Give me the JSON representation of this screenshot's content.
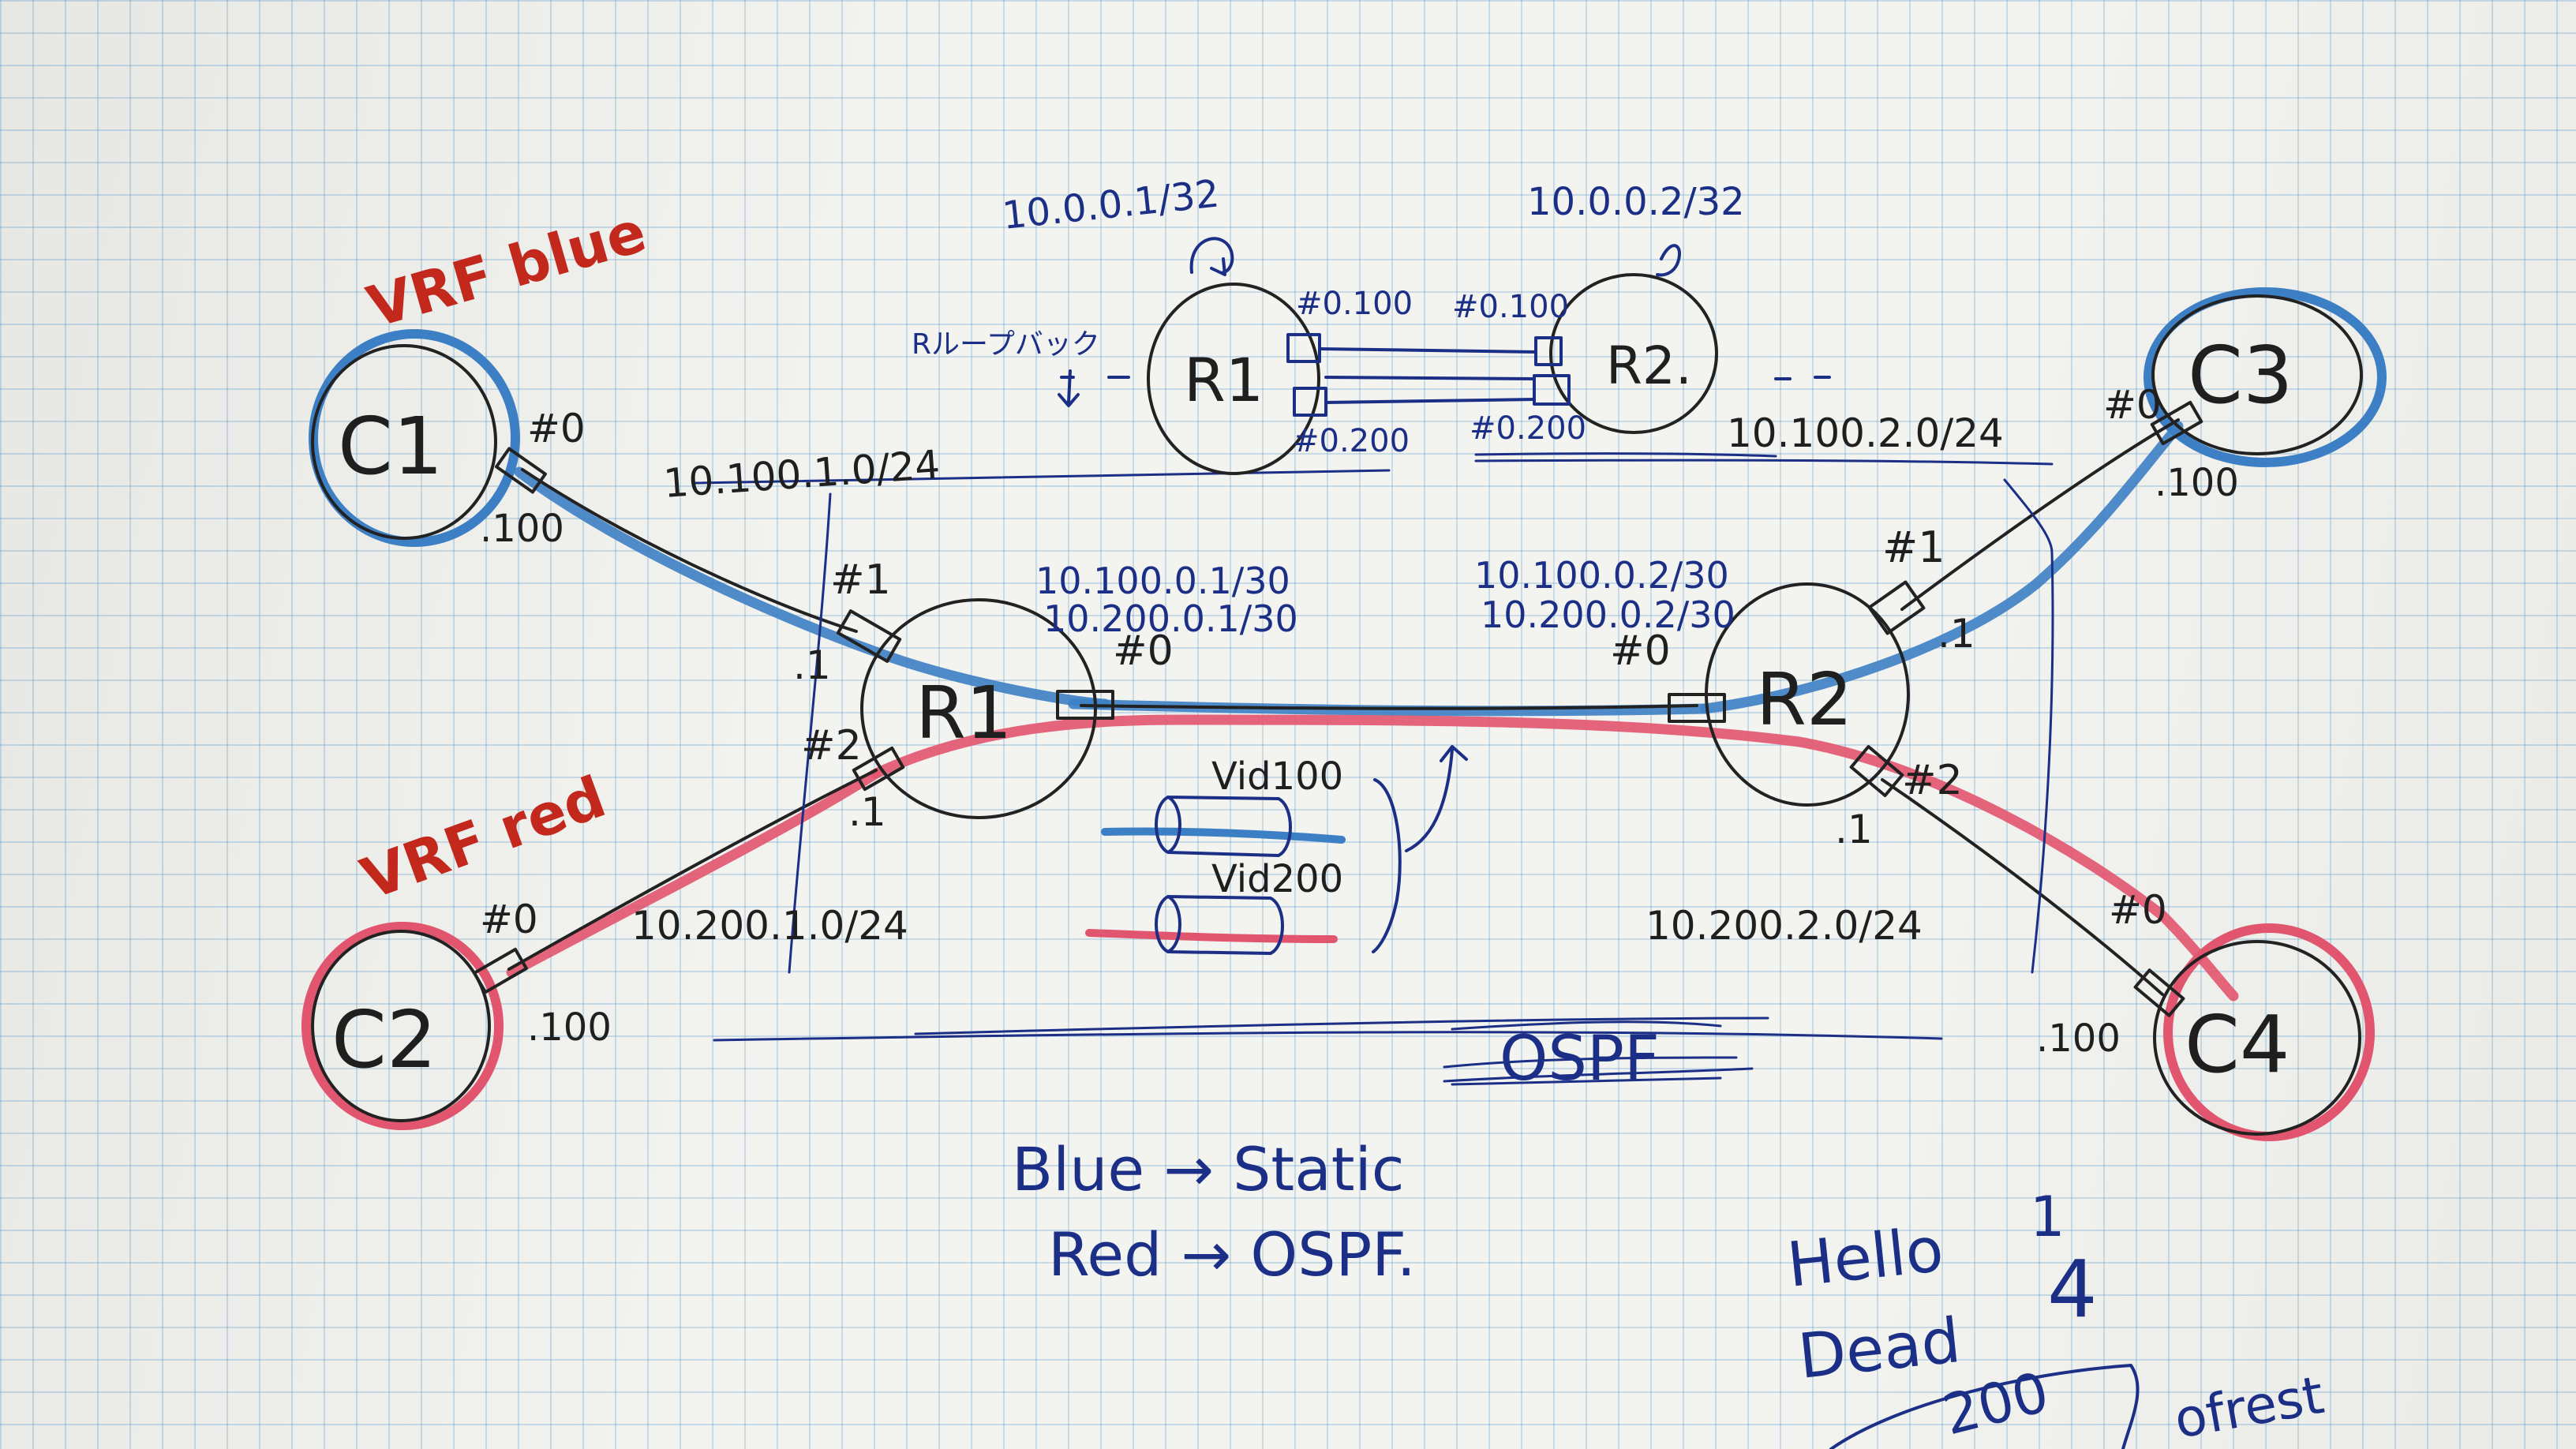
{
  "colors": {
    "ink": "#222222",
    "blue_ink": "#1c2f86",
    "blue_marker": "#3d7fc4",
    "red_marker": "#e2556e",
    "red_ink": "#c3281c",
    "grid": "#8fbfe0",
    "paper": "#f3f3f0"
  },
  "vrf_labels": {
    "blue": "VRF blue",
    "red": "VRF red"
  },
  "nodes": {
    "c1": "C1",
    "c2": "C2",
    "c3": "C3",
    "c4": "C4",
    "r1": "R1",
    "r2": "R2",
    "inset_r1": "R1",
    "inset_r2": "R2."
  },
  "ports": {
    "c1_port": "#0",
    "c1_host": ".100",
    "c2_port": "#0",
    "c2_host": ".100",
    "c3_port": "#0",
    "c3_host": ".100",
    "c4_port": "#0",
    "c4_host": ".100",
    "r1_p1": "#1",
    "r1_p1_host": ".1",
    "r1_p2": "#2",
    "r1_p2_host": ".1",
    "r1_p0": "#0",
    "r2_p1": "#1",
    "r2_p1_host": ".1",
    "r2_p2": "#2",
    "r2_p2_host": ".1",
    "r2_p0": "#0"
  },
  "subnets": {
    "blue_left": "10.100.1.0/24",
    "blue_right": "10.100.2.0/24",
    "red_left": "10.200.1.0/24",
    "red_right": "10.200.2.0/24",
    "r1_ip1": "10.100.0.1/30",
    "r1_ip2": "10.200.0.1/30",
    "r2_ip1": "10.100.0.2/30",
    "r2_ip2": "10.200.0.2/30"
  },
  "inset": {
    "r1_loopback": "10.0.0.1/32",
    "r2_loopback": "10.0.0.2/32",
    "r1_sub100": "#0.100",
    "r2_sub100": "#0.100",
    "r1_sub200": "#0.200",
    "r2_sub200": "#0.200",
    "side_note": "Rループバック"
  },
  "legend": {
    "vid100": "Vid100",
    "vid200": "Vid200"
  },
  "ospf_label": "OSPF",
  "notes": {
    "line1": "Blue → Static",
    "line2": "Red → OSPF.",
    "hello": "Hello",
    "hello_val": "1",
    "dead": "Dead",
    "dead_val": "4",
    "bottom_num": "200",
    "bottom_word": "ofrest"
  }
}
